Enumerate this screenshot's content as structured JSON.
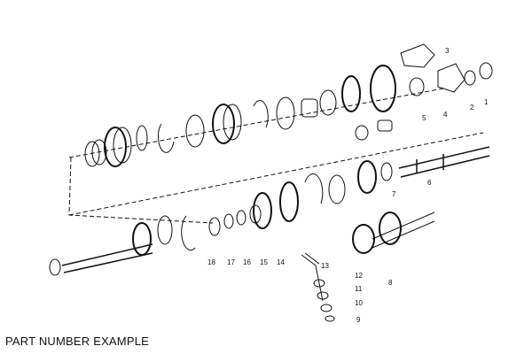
{
  "caption": "PART NUMBER EXAMPLE",
  "part_numbers": [
    "1",
    "2",
    "3",
    "4",
    "5",
    "6",
    "7",
    "8",
    "9",
    "10",
    "11",
    "12",
    "13",
    "14",
    "15",
    "16",
    "17",
    "18"
  ],
  "colors": {
    "ink": "#111111",
    "paper": "#ffffff"
  }
}
